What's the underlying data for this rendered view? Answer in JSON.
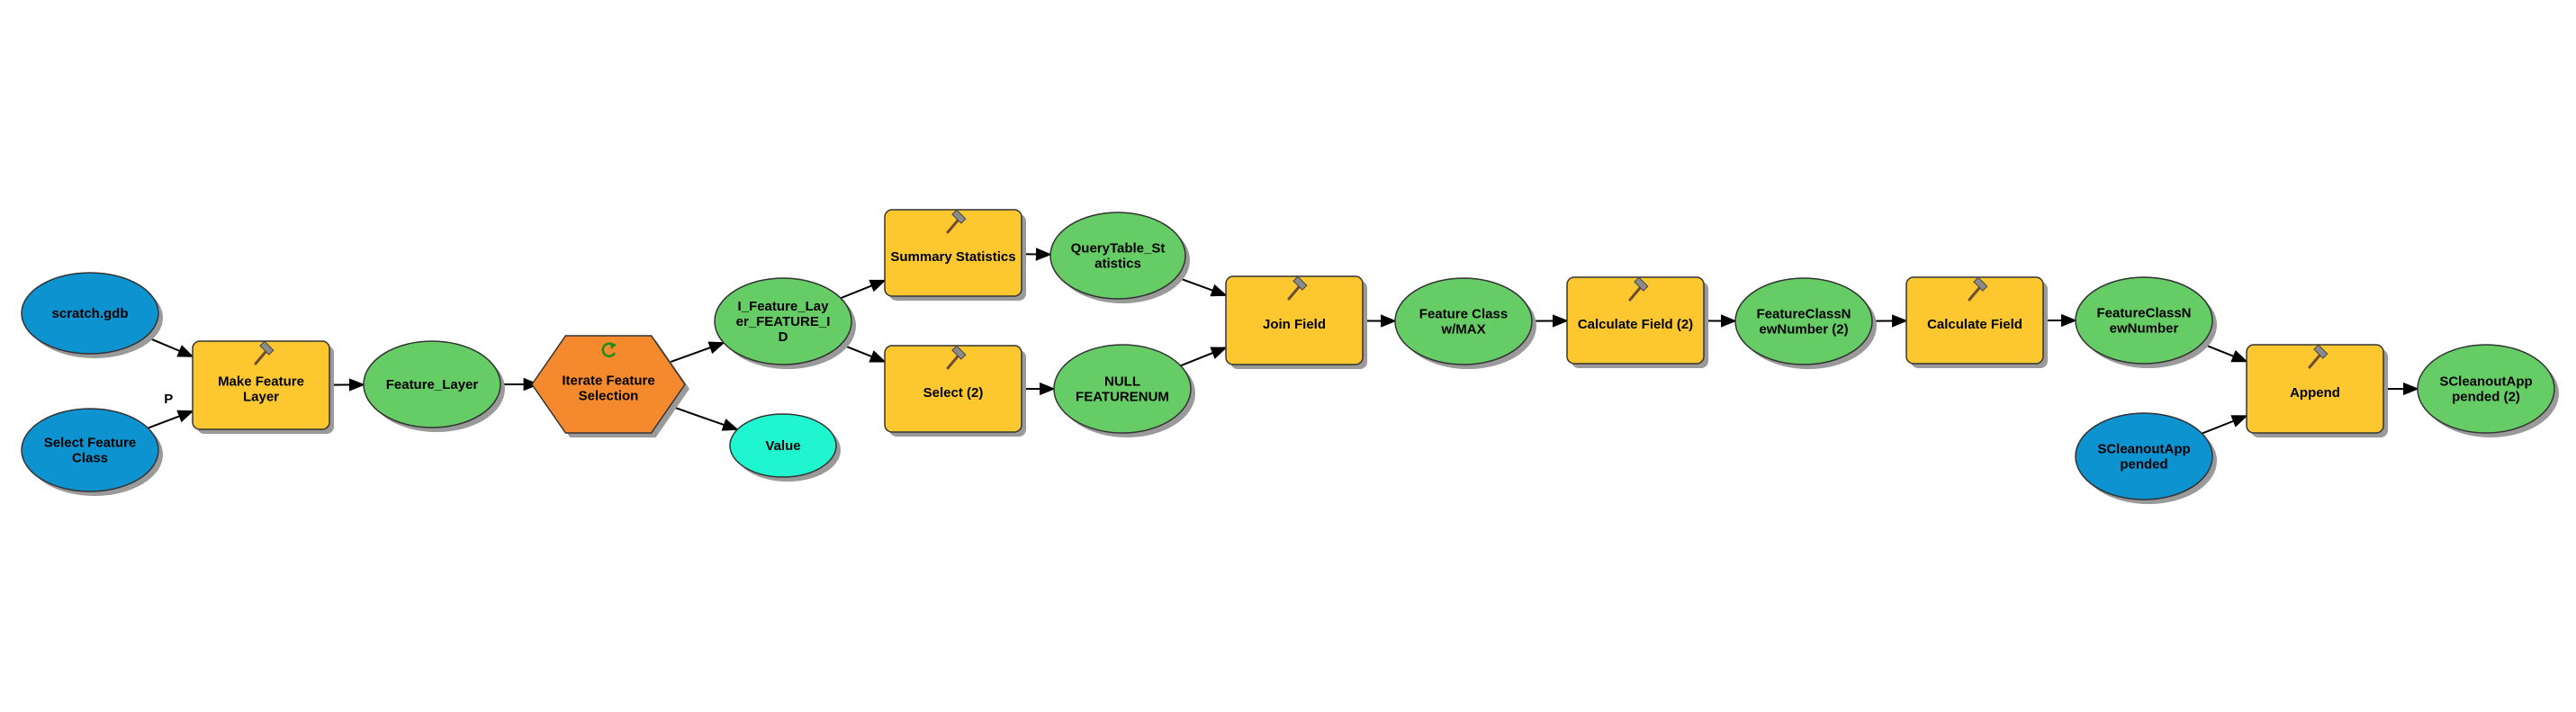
{
  "colors": {
    "input_data": "#0d93d0",
    "derived_data": "#66cc66",
    "tool": "#fdc82f",
    "iterator": "#f5892e",
    "value": "#1ff5cf",
    "outline": "#333333",
    "shadow": "#9a9a9a"
  },
  "nodes": [
    {
      "id": "scratch_gdb",
      "kind": "input_data",
      "lines": [
        "scratch.gdb"
      ]
    },
    {
      "id": "select_feature_class",
      "kind": "input_data",
      "lines": [
        "Select Feature",
        "Class"
      ]
    },
    {
      "id": "make_feature_layer",
      "kind": "tool",
      "icon": "hammer-icon",
      "lines": [
        "Make Feature",
        "Layer"
      ]
    },
    {
      "id": "feature_layer",
      "kind": "derived_data",
      "lines": [
        "Feature_Layer"
      ]
    },
    {
      "id": "iterate_feature_selection",
      "kind": "iterator",
      "icon": "loop-icon",
      "lines": [
        "Iterate Feature",
        "Selection"
      ]
    },
    {
      "id": "value",
      "kind": "value",
      "lines": [
        "Value"
      ]
    },
    {
      "id": "i_feature_layer_feature_id",
      "kind": "derived_data",
      "lines": [
        "I_Feature_Lay",
        "er_FEATURE_I",
        "D"
      ]
    },
    {
      "id": "summary_statistics",
      "kind": "tool",
      "icon": "hammer-icon",
      "lines": [
        "Summary Statistics"
      ]
    },
    {
      "id": "select_2",
      "kind": "tool",
      "icon": "hammer-icon",
      "lines": [
        "Select (2)"
      ]
    },
    {
      "id": "querytable_statistics",
      "kind": "derived_data",
      "lines": [
        "QueryTable_St",
        "atistics"
      ]
    },
    {
      "id": "null_featurenum",
      "kind": "derived_data",
      "lines": [
        "NULL",
        "FEATURENUM"
      ]
    },
    {
      "id": "join_field",
      "kind": "tool",
      "icon": "hammer-icon",
      "lines": [
        "Join Field"
      ]
    },
    {
      "id": "feature_class_wmax",
      "kind": "derived_data",
      "lines": [
        "Feature Class",
        "w/MAX"
      ]
    },
    {
      "id": "calculate_field_2",
      "kind": "tool",
      "icon": "hammer-icon",
      "lines": [
        "Calculate Field (2)"
      ]
    },
    {
      "id": "featureclassnewnumber_2",
      "kind": "derived_data",
      "lines": [
        "FeatureClassN",
        "ewNumber (2)"
      ]
    },
    {
      "id": "calculate_field",
      "kind": "tool",
      "icon": "hammer-icon",
      "lines": [
        "Calculate Field"
      ]
    },
    {
      "id": "featureclassnewnumber",
      "kind": "derived_data",
      "lines": [
        "FeatureClassN",
        "ewNumber"
      ]
    },
    {
      "id": "scleanoutappended",
      "kind": "input_data",
      "lines": [
        "SCleanoutApp",
        "pended"
      ]
    },
    {
      "id": "append",
      "kind": "tool",
      "icon": "hammer-icon",
      "lines": [
        "Append"
      ]
    },
    {
      "id": "scleanoutappended_2",
      "kind": "derived_data",
      "lines": [
        "SCleanoutApp",
        "pended (2)"
      ]
    }
  ],
  "edges": [
    {
      "from": "scratch_gdb",
      "to": "make_feature_layer"
    },
    {
      "from": "select_feature_class",
      "to": "make_feature_layer",
      "label": "P"
    },
    {
      "from": "make_feature_layer",
      "to": "feature_layer"
    },
    {
      "from": "feature_layer",
      "to": "iterate_feature_selection"
    },
    {
      "from": "iterate_feature_selection",
      "to": "i_feature_layer_feature_id"
    },
    {
      "from": "iterate_feature_selection",
      "to": "value"
    },
    {
      "from": "i_feature_layer_feature_id",
      "to": "summary_statistics"
    },
    {
      "from": "i_feature_layer_feature_id",
      "to": "select_2"
    },
    {
      "from": "summary_statistics",
      "to": "querytable_statistics"
    },
    {
      "from": "select_2",
      "to": "null_featurenum"
    },
    {
      "from": "querytable_statistics",
      "to": "join_field"
    },
    {
      "from": "null_featurenum",
      "to": "join_field"
    },
    {
      "from": "join_field",
      "to": "feature_class_wmax"
    },
    {
      "from": "feature_class_wmax",
      "to": "calculate_field_2"
    },
    {
      "from": "calculate_field_2",
      "to": "featureclassnewnumber_2"
    },
    {
      "from": "featureclassnewnumber_2",
      "to": "calculate_field"
    },
    {
      "from": "calculate_field",
      "to": "featureclassnewnumber"
    },
    {
      "from": "featureclassnewnumber",
      "to": "append"
    },
    {
      "from": "scleanoutappended",
      "to": "append"
    },
    {
      "from": "append",
      "to": "scleanoutappended_2"
    }
  ]
}
